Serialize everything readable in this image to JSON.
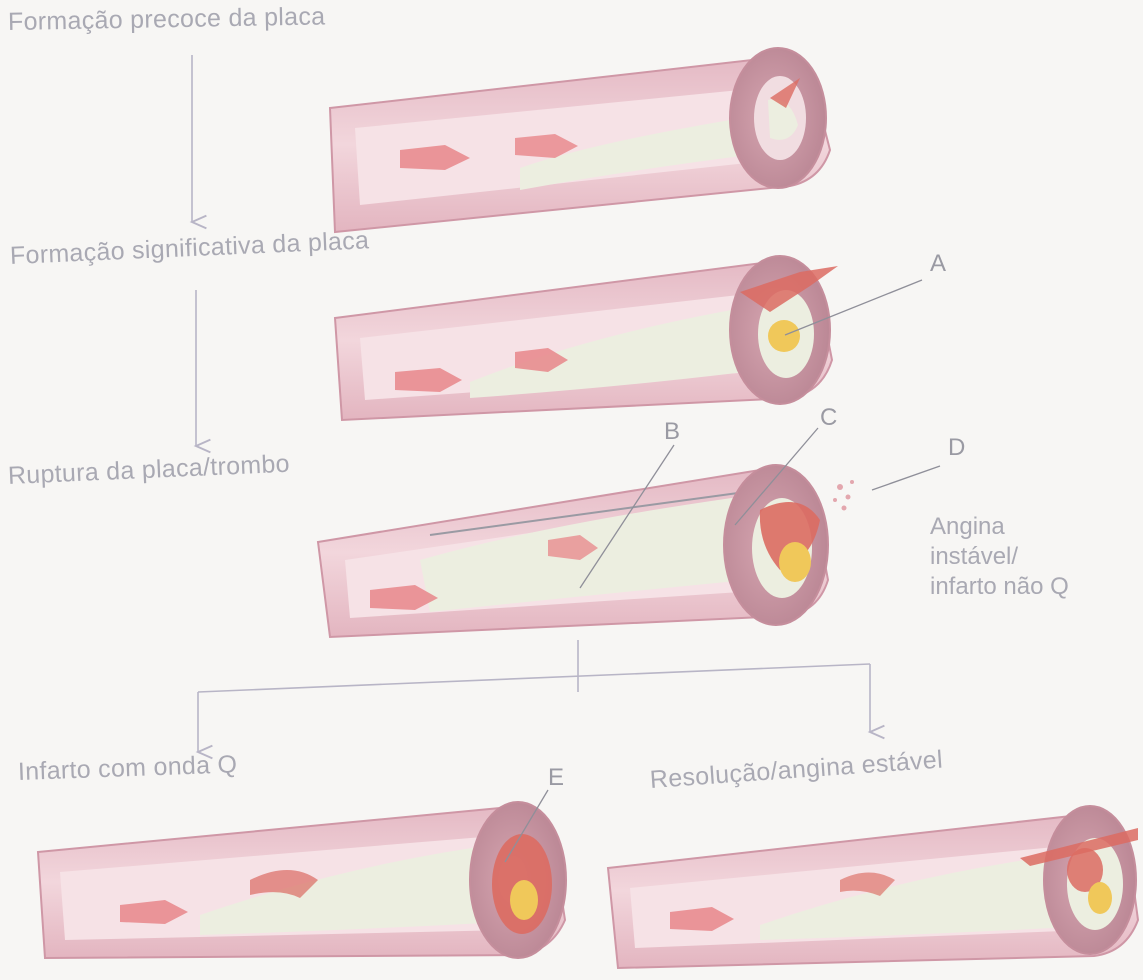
{
  "stages": {
    "early": "Formação precoce da placa",
    "significant": "Formação significativa da placa",
    "rupture": "Ruptura da placa/trombo",
    "q_wave": "Infarto com onda Q",
    "resolution": "Resolução/angina estável"
  },
  "outcome_side": [
    "Angina",
    "instável/",
    "infarto não Q"
  ],
  "markers": {
    "a": "A",
    "b": "B",
    "c": "C",
    "d": "D",
    "e": "E"
  },
  "colors": {
    "vessel_wall": "#e9c3cc",
    "vessel_edge": "#cf97a6",
    "lumen": "#f3dadf",
    "plaque": "#eceee0",
    "lipid_core": "#f0c85a",
    "thrombus": "#dc6b62",
    "flow_arrow": "#e8868a",
    "arrow_line": "#b8b5c6",
    "label_text": "#a9a9b3"
  }
}
